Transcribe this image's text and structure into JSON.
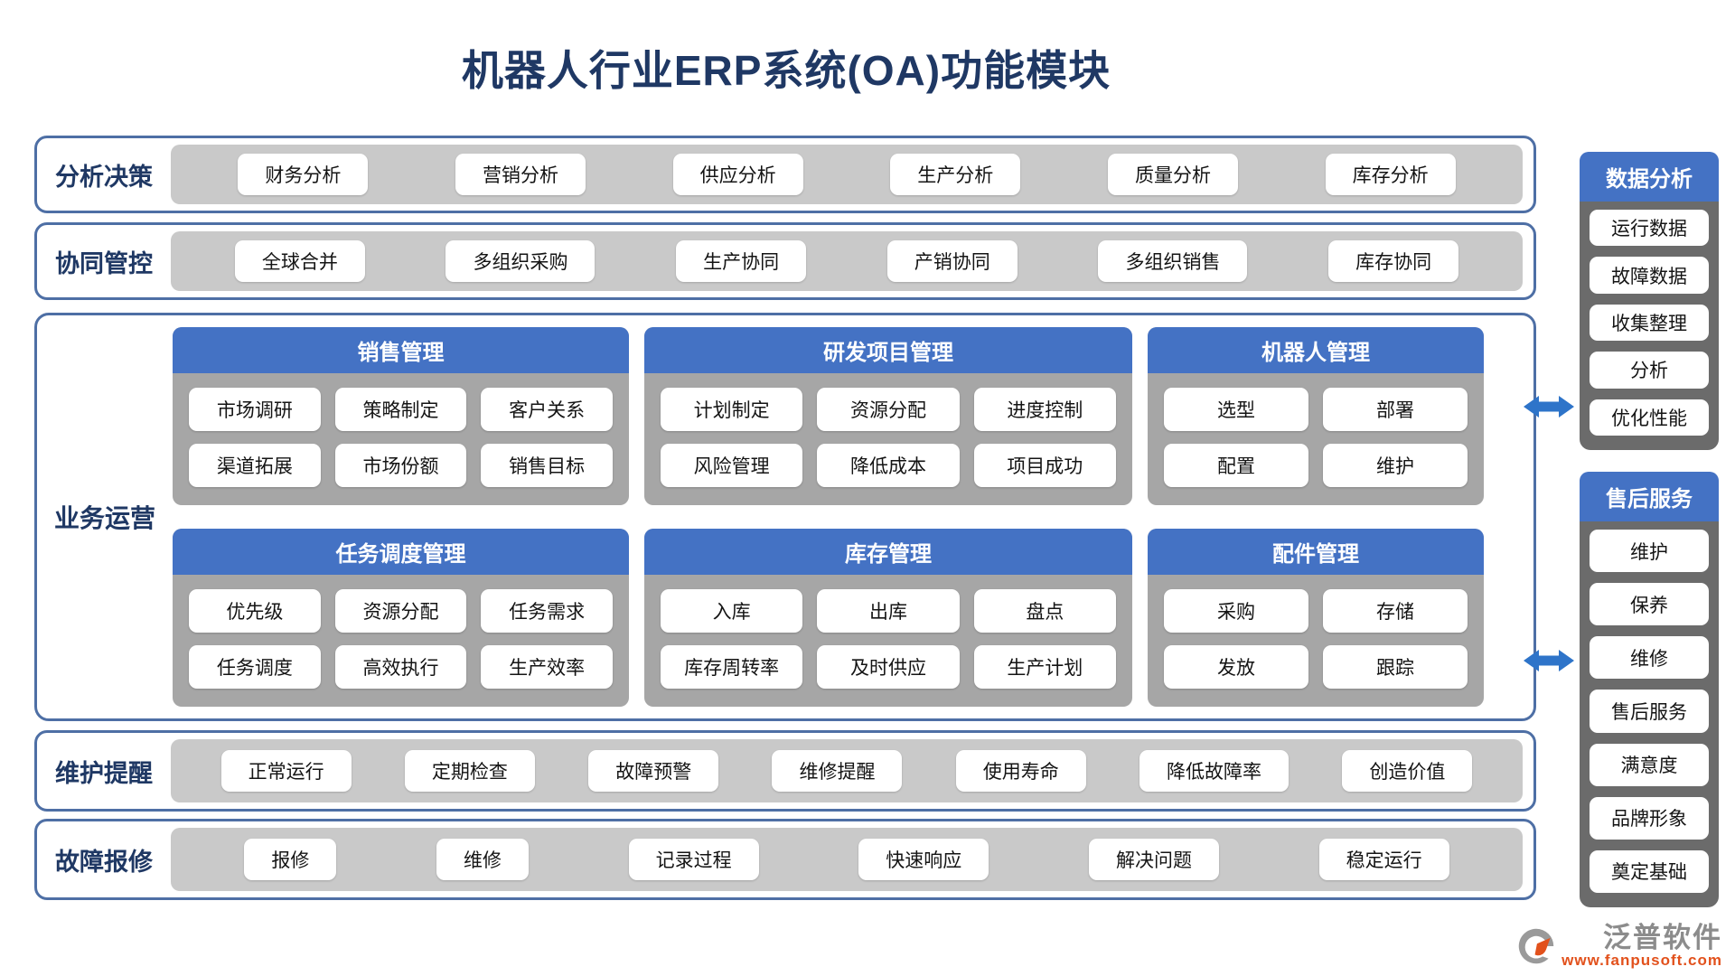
{
  "title": "机器人行业ERP系统(OA)功能模块",
  "top_rows": {
    "analysis": {
      "label": "分析决策",
      "items": [
        "财务分析",
        "营销分析",
        "供应分析",
        "生产分析",
        "质量分析",
        "库存分析"
      ]
    },
    "collaboration": {
      "label": "协同管控",
      "items": [
        "全球合并",
        "多组织采购",
        "生产协同",
        "产销协同",
        "多组织销售",
        "库存协同"
      ]
    }
  },
  "business": {
    "label": "业务运营",
    "cards": {
      "sales": {
        "title": "销售管理",
        "items": [
          "市场调研",
          "策略制定",
          "客户关系",
          "渠道拓展",
          "市场份额",
          "销售目标"
        ]
      },
      "rnd": {
        "title": "研发项目管理",
        "items": [
          "计划制定",
          "资源分配",
          "进度控制",
          "风险管理",
          "降低成本",
          "项目成功"
        ]
      },
      "robot": {
        "title": "机器人管理",
        "items": [
          "选型",
          "部署",
          "配置",
          "维护"
        ]
      },
      "task": {
        "title": "任务调度管理",
        "items": [
          "优先级",
          "资源分配",
          "任务需求",
          "任务调度",
          "高效执行",
          "生产效率"
        ]
      },
      "inventory": {
        "title": "库存管理",
        "items": [
          "入库",
          "出库",
          "盘点",
          "库存周转率",
          "及时供应",
          "生产计划"
        ]
      },
      "parts": {
        "title": "配件管理",
        "items": [
          "采购",
          "存储",
          "发放",
          "跟踪"
        ]
      }
    }
  },
  "bottom_rows": {
    "maintenance": {
      "label": "维护提醒",
      "items": [
        "正常运行",
        "定期检查",
        "故障预警",
        "维修提醒",
        "使用寿命",
        "降低故障率",
        "创造价值"
      ]
    },
    "repair": {
      "label": "故障报修",
      "items": [
        "报修",
        "维修",
        "记录过程",
        "快速响应",
        "解决问题",
        "稳定运行"
      ]
    }
  },
  "sidebar": {
    "data_analysis": {
      "title": "数据分析",
      "items": [
        "运行数据",
        "故障数据",
        "收集整理",
        "分析",
        "优化性能"
      ]
    },
    "after_sales": {
      "title": "售后服务",
      "items": [
        "维护",
        "保养",
        "维修",
        "售后服务",
        "满意度",
        "品牌形象",
        "奠定基础"
      ]
    }
  },
  "logo": {
    "name": "泛普软件",
    "url": "www.fanpusoft.com"
  },
  "colors": {
    "title_navy": "#1F3864",
    "border_blue": "#4E6FA5",
    "band_gray": "#C9C9C9",
    "card_gray": "#A6A6A6",
    "sidebar_gray": "#6B6B6B",
    "header_blue": "#4472C4",
    "arrow_blue": "#2E74C9",
    "logo_orange": "#E2511C",
    "logo_gray": "#8C8C8C"
  }
}
